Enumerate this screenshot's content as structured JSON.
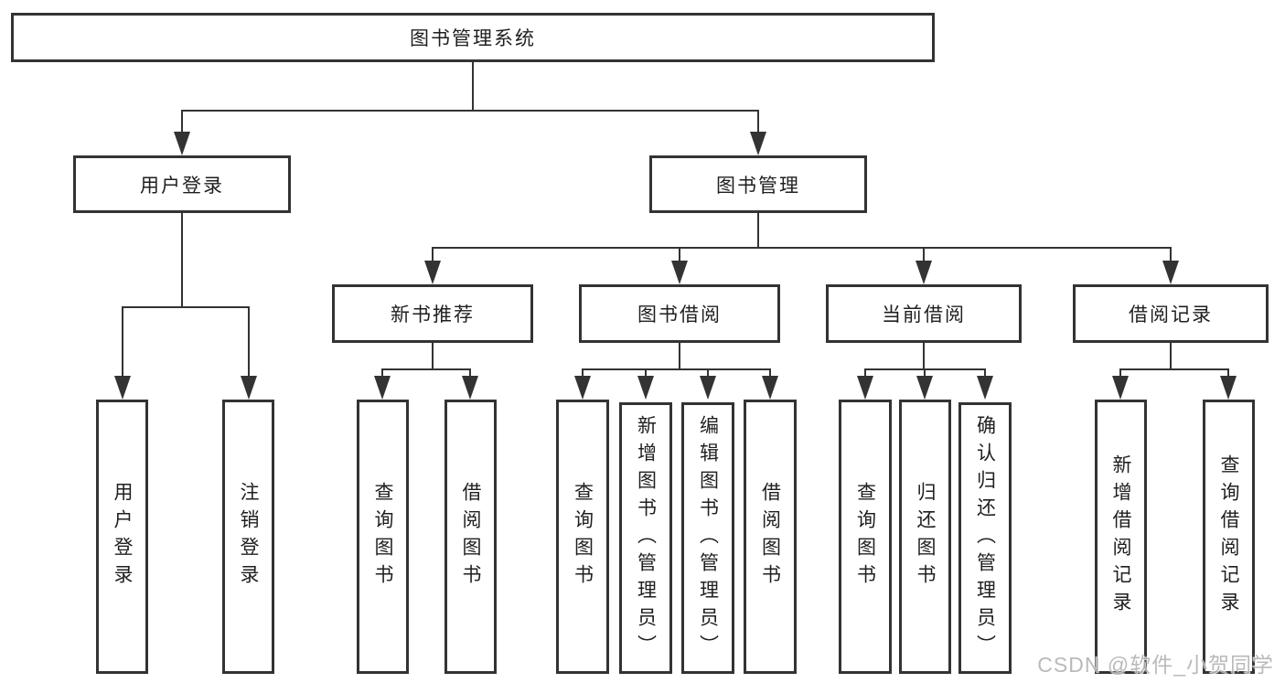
{
  "colors": {
    "line": "#333333",
    "box_border": "#333333",
    "box_background": "#ffffff",
    "text": "#1f1f1f",
    "watermark": "#b3b3b3",
    "page_background": "#ffffff"
  },
  "diagram": {
    "type": "function-structure-tree",
    "root": {
      "label": "图书管理系统"
    },
    "branches": [
      {
        "label": "用户登录",
        "children": [
          {
            "label": "用户登录"
          },
          {
            "label": "注销登录"
          }
        ]
      },
      {
        "label": "图书管理",
        "children": [
          {
            "label": "新书推荐",
            "children": [
              {
                "label": "查询图书"
              },
              {
                "label": "借阅图书"
              }
            ]
          },
          {
            "label": "图书借阅",
            "children": [
              {
                "label": "查询图书"
              },
              {
                "label": "新增图书（管理员）"
              },
              {
                "label": "编辑图书（管理员）"
              },
              {
                "label": "借阅图书"
              }
            ]
          },
          {
            "label": "当前借阅",
            "children": [
              {
                "label": "查询图书"
              },
              {
                "label": "归还图书"
              },
              {
                "label": "确认归还（管理员）"
              }
            ]
          },
          {
            "label": "借阅记录",
            "children": [
              {
                "label": "新增借阅记录"
              },
              {
                "label": "查询借阅记录"
              }
            ]
          }
        ]
      }
    ]
  },
  "watermark": {
    "text": "CSDN @软件_小贺同学"
  }
}
